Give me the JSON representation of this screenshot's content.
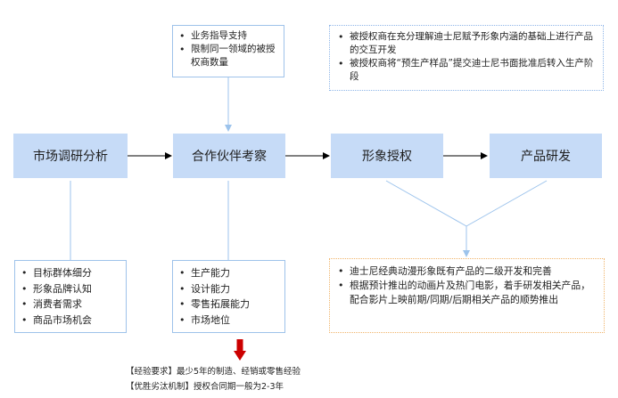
{
  "stages": [
    {
      "label": "市场调研分析"
    },
    {
      "label": "合作伙伴考察"
    },
    {
      "label": "形象授权"
    },
    {
      "label": "产品研发"
    }
  ],
  "top_notes": {
    "partner": [
      "业务指导支持",
      "限制同一领域的被授权商数量"
    ],
    "licensing": [
      "被授权商在充分理解迪士尼赋予形象内涵的基础上进行产品的交互开发",
      "被授权商将“预生产样品”提交迪士尼书面批准后转入生产阶段"
    ]
  },
  "bottom_notes": {
    "market": [
      "目标群体细分",
      "形象品牌认知",
      "消费者需求",
      "商品市场机会"
    ],
    "partner": [
      "生产能力",
      "设计能力",
      "零售拓展能力",
      "市场地位"
    ],
    "product": [
      "迪士尼经典动漫形象既有产品的二级开发和完善",
      "根据预计推出的动画片及热门电影，着手研发相关产品，配合影片上映前期/同期/后期相关产品的顺势推出"
    ]
  },
  "footer": {
    "line1": "【经验要求】最少5年的制造、经销或零售经验",
    "line2": "【优胜劣汰机制】授权合同期一般为2-3年"
  },
  "colors": {
    "box_fill": "#c6dbf7",
    "connector": "#9cc3ec",
    "arrow": "#000000",
    "red_arrow": "#cc0000"
  }
}
